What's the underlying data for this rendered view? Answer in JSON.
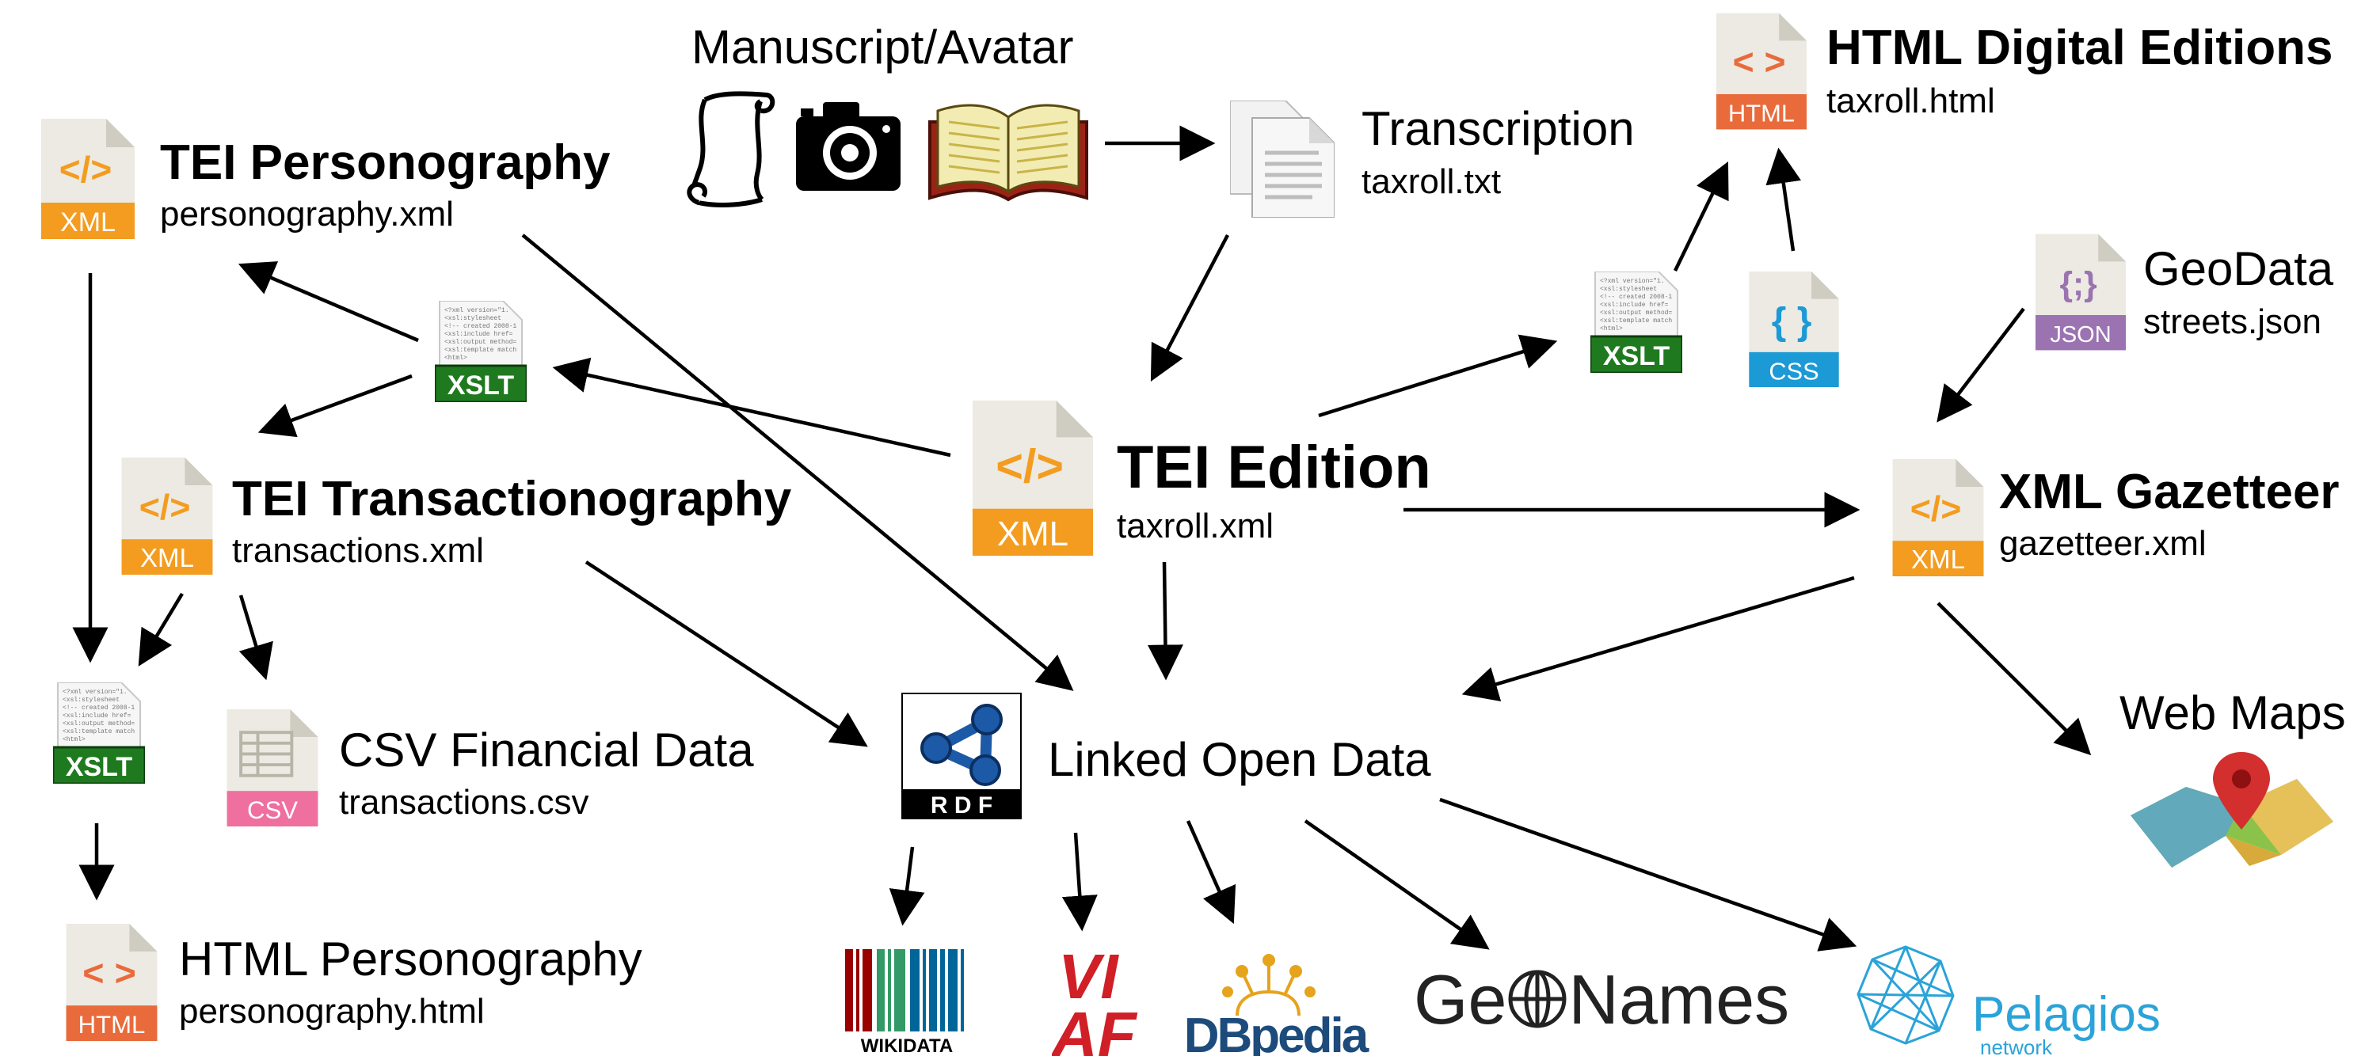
{
  "nodes": {
    "manuscript": {
      "title": "Manuscript/Avatar"
    },
    "transcription": {
      "title": "Transcription",
      "file": "taxroll.txt"
    },
    "html_editions": {
      "title": "HTML Digital Editions",
      "file": "taxroll.html"
    },
    "personography": {
      "title": "TEI Personography",
      "file": "personography.xml"
    },
    "geodata": {
      "title": "GeoData",
      "file": "streets.json"
    },
    "tei_edition": {
      "title": "TEI Edition",
      "file": "taxroll.xml"
    },
    "transactionography": {
      "title": "TEI Transactionography",
      "file": "transactions.xml"
    },
    "gazetteer": {
      "title": "XML Gazetteer",
      "file": "gazetteer.xml"
    },
    "web_maps": {
      "title": "Web Maps"
    },
    "csv": {
      "title": "CSV Financial Data",
      "file": "transactions.csv"
    },
    "lod": {
      "title": "Linked Open Data"
    },
    "html_personography": {
      "title": "HTML Personography",
      "file": "personography.html"
    }
  },
  "icon_labels": {
    "xml": "XML",
    "html": "HTML",
    "json": "JSON",
    "css": "CSS",
    "csv": "CSV",
    "xslt": "XSLT",
    "xml_glyph": "</>",
    "html_glyph": "< >",
    "json_glyph": "{;}",
    "css_glyph": "{ }",
    "rdf": "R D F"
  },
  "external_logos": {
    "wikidata": "WIKIDATA",
    "viaf_top": "VI",
    "viaf_bottom": "AF",
    "dbpedia": "DBpedia",
    "geonames_left": "Ge",
    "geonames_right": "Names",
    "pelagios": "Pelagios",
    "pelagios_sub": "network"
  },
  "colors": {
    "xml_orange": "#f39c1f",
    "html_red": "#e96a3a",
    "json_purple": "#9b73b1",
    "css_blue": "#1c9ad6",
    "csv_pink": "#ef6f9e",
    "xslt_green": "#1f7a1f",
    "page_grey": "#eceae3",
    "wikidata_red": "#990000",
    "viaf_red": "#d01f27",
    "dbpedia_blue": "#1c4b7c",
    "pelagios_blue": "#2aa3d8"
  }
}
